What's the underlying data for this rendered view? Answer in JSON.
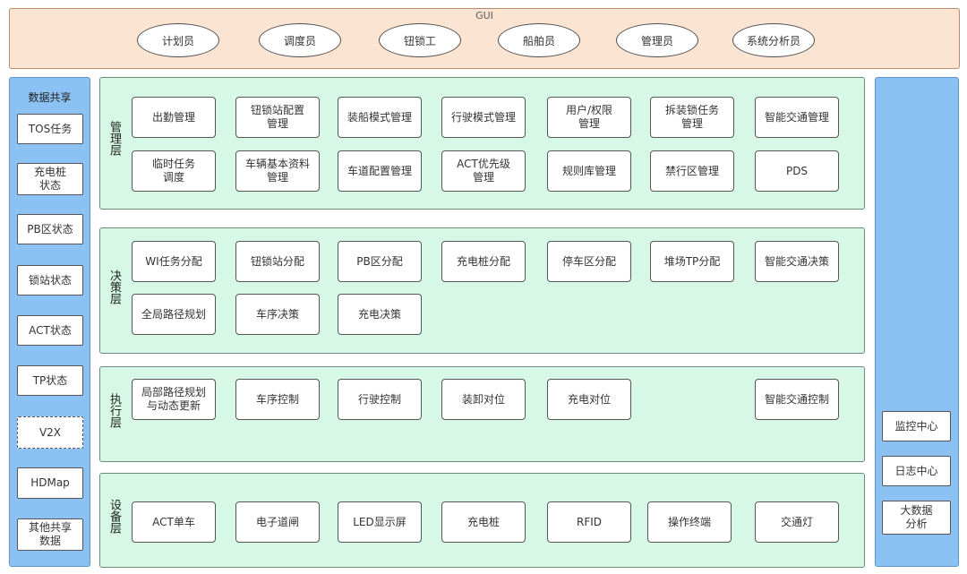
{
  "gui": {
    "title": "GUI",
    "roles": [
      "计划员",
      "调度员",
      "钮锁工",
      "船舶员",
      "管理员",
      "系统分析员"
    ]
  },
  "data_share": {
    "title": "数据共享",
    "items": [
      "TOS任务",
      "充电桩\n状态",
      "PB区状态",
      "锁站状态",
      "ACT状态",
      "TP状态",
      "V2X",
      "HDMap",
      "其他共享\n数据"
    ]
  },
  "right_panel": {
    "items": [
      "监控中心",
      "日志中心",
      "大数据\n分析"
    ]
  },
  "layers": {
    "management": {
      "label": "管理层",
      "row1": [
        "出勤管理",
        "钮锁站配置\n管理",
        "装船模式管理",
        "行驶模式管理",
        "用户/权限\n管理",
        "拆装锁任务\n管理",
        "智能交通管理"
      ],
      "row2": [
        "临时任务\n调度",
        "车辆基本资料\n管理",
        "车道配置管理",
        "ACT优先级\n管理",
        "规则库管理",
        "禁行区管理",
        "PDS"
      ]
    },
    "decision": {
      "label": "决策层",
      "row1": [
        "WI任务分配",
        "钮锁站分配",
        "PB区分配",
        "充电桩分配",
        "停车区分配",
        "堆场TP分配",
        "智能交通决策"
      ],
      "row2": [
        "全局路径规划",
        "车序决策",
        "充电决策"
      ]
    },
    "execution": {
      "label": "执行层",
      "row1": [
        "局部路径规划\n与动态更新",
        "车序控制",
        "行驶控制",
        "装卸对位",
        "充电对位",
        "智能交通控制"
      ]
    },
    "device": {
      "label": "设备层",
      "row1": [
        "ACT单车",
        "电子道闸",
        "LED显示屏",
        "充电桩",
        "RFID",
        "操作终端",
        "交通灯"
      ]
    }
  }
}
